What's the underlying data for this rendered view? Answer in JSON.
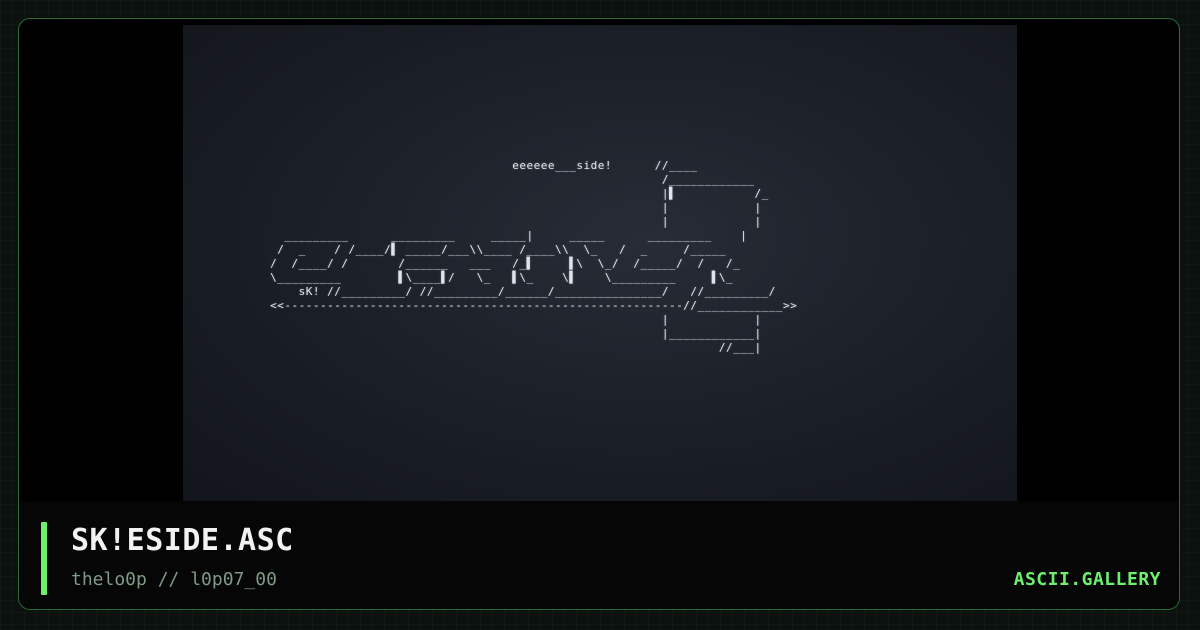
{
  "artwork": {
    "lines": [
      "                                   eeeeee___side!      //____",
      "                                                        /____________",
      "                                                        |▌           /_",
      "                                                        |            |",
      "                                                        |            |",
      "   _________      _________     _____|     _____      _________    |",
      "  /  _    / /____/▌ _____/___\\\\____ /____\\\\  \\_   /  _     /_____",
      " /  /____/ /       /______   ___   /_▌     ▌\\  \\_/  /_____/  /   /_",
      " \\_________        ▌\\____▌/   \\_   ▌\\_    \\▌    \\_________     ▌\\_",
      "     sK! //_________/ //_________/______/_______________/   //_________/",
      " <<--------------------------------------------------------//____________>>",
      "                                                        |            |",
      "                                                        |____________|",
      "                                                                //___|"
    ]
  },
  "info": {
    "title": "SK!ESIDE.ASC",
    "subtitle": "thelo0p // l0p07_00",
    "brand": "ASCII.GALLERY"
  },
  "colors": {
    "accent": "#6ef06e",
    "frame_border": "#2f6a37",
    "art_text": "#dfe3ea",
    "subtitle": "#7f9a86"
  }
}
